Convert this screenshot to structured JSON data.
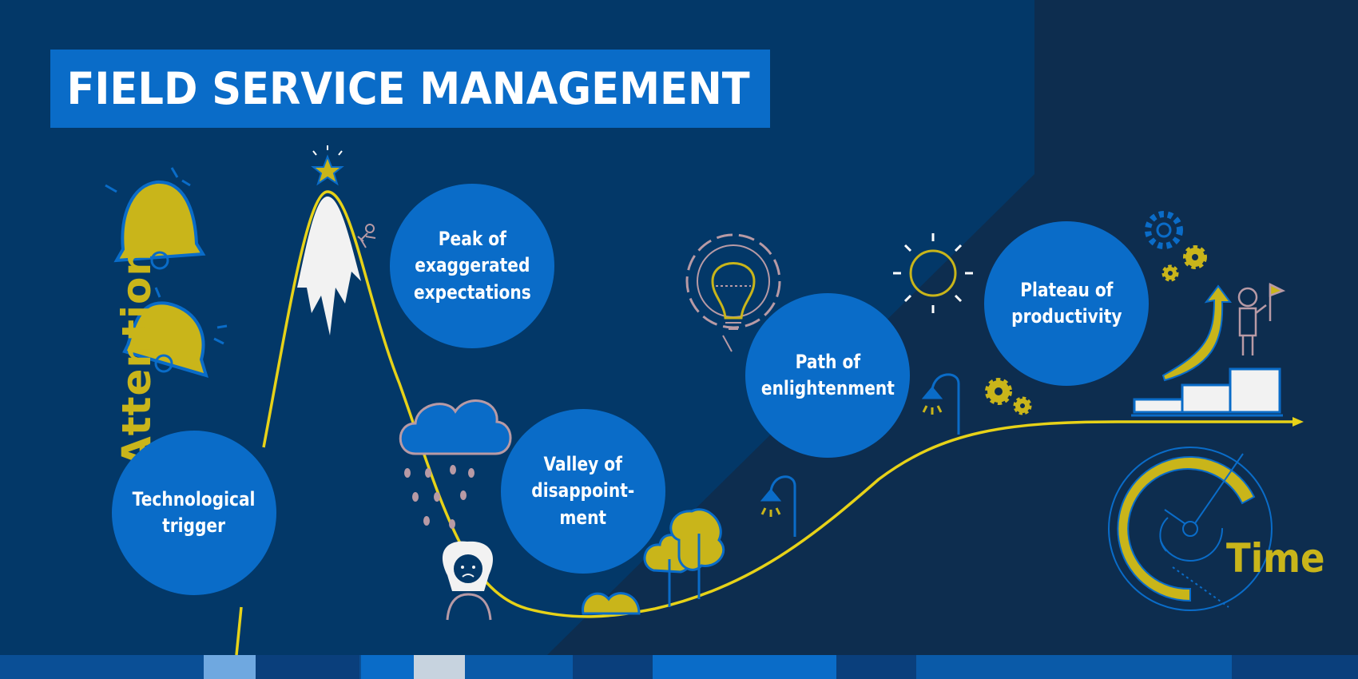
{
  "title": "FIELD SERVICE MANAGEMENT",
  "axes": {
    "y_label": "Attention",
    "x_label": "Time"
  },
  "stages": [
    {
      "label": "Technological\ntrigger"
    },
    {
      "label": "Peak of\nexaggerated\nexpectations"
    },
    {
      "label": "Valley of\ndisappoint-\nment"
    },
    {
      "label": "Path of\nenlightenment"
    },
    {
      "label": "Plateau of\nproductivity"
    }
  ],
  "colors": {
    "background_dark": "#0d2d4f",
    "background_panel": "#033868",
    "accent_blue": "#0a6cc8",
    "accent_yellow": "#c9b51a",
    "curve_yellow": "#e7d218"
  },
  "icons": [
    "bell-icon",
    "mountain-icon",
    "star-icon",
    "climber-icon",
    "rain-cloud-icon",
    "sad-person-icon",
    "bush-icon",
    "tree-icon",
    "street-lamp-icon",
    "lightbulb-gear-icon",
    "sun-icon",
    "gear-icon",
    "stairs-icon",
    "arrow-up-icon",
    "person-flag-icon",
    "stopwatch-icon"
  ]
}
